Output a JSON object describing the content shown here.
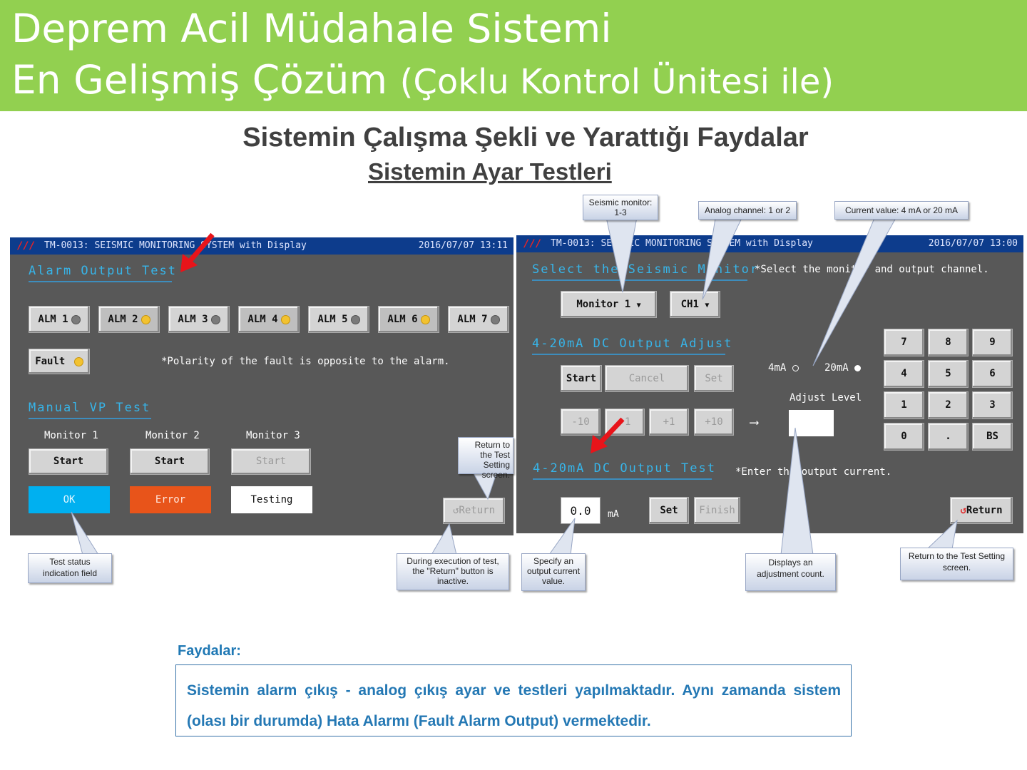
{
  "header": {
    "line1": "Deprem Acil Müdahale Sistemi",
    "line2_main": "En Gelişmiş Çözüm",
    "line2_paren": "(Çoklu Kontrol Ünitesi ile)"
  },
  "subtitle": "Sistemin Çalışma Şekli ve Yarattığı Faydalar",
  "subtitle2": "Sistemin Ayar Testleri",
  "left_screen": {
    "title": "TM-0013: SEISMIC MONITORING SYSTEM with Display",
    "datetime": "2016/07/07 13:11",
    "alarm_section": "Alarm Output Test",
    "alarms": [
      {
        "label": "ALM 1",
        "led": "off"
      },
      {
        "label": "ALM 2",
        "led": "on"
      },
      {
        "label": "ALM 3",
        "led": "off"
      },
      {
        "label": "ALM 4",
        "led": "on"
      },
      {
        "label": "ALM 5",
        "led": "off"
      },
      {
        "label": "ALM 6",
        "led": "on"
      },
      {
        "label": "ALM 7",
        "led": "off"
      }
    ],
    "fault_label": "Fault",
    "fault_note": "*Polarity of the fault is opposite to the alarm.",
    "vp_section": "Manual VP Test",
    "monitors": [
      "Monitor 1",
      "Monitor 2",
      "Monitor 3"
    ],
    "start_label": "Start",
    "status_ok": "OK",
    "status_error": "Error",
    "status_testing": "Testing",
    "return_label": "Return"
  },
  "right_screen": {
    "title": "TM-0013: SEISMIC MONITORING SYSTEM with Display",
    "datetime": "2016/07/07 13:00",
    "select_section": "Select the Seismic Monitor",
    "select_note": "*Select the monitor and output channel.",
    "monitor_select": "Monitor 1",
    "channel_select": "CH1",
    "adjust_section": "4-20mA DC Output Adjust",
    "start_label": "Start",
    "cancel_label": "Cancel",
    "set_label": "Set",
    "step_buttons": [
      "-10",
      "-1",
      "+1",
      "+10"
    ],
    "ma4_label": "4mA",
    "ma20_label": "20mA",
    "adjust_level_label": "Adjust Level",
    "adjust_level_value": "",
    "keypad": [
      "7",
      "8",
      "9",
      "4",
      "5",
      "6",
      "1",
      "2",
      "3",
      "0",
      ".",
      "BS"
    ],
    "test_section": "4-20mA DC Output Test",
    "test_note": "*Enter the output current.",
    "output_value": "0.0",
    "unit": "mA",
    "set2_label": "Set",
    "finish_label": "Finish",
    "return_label": "Return"
  },
  "callouts": {
    "seismic_monitor": "Seismic monitor: 1-3",
    "analog_channel": "Analog channel: 1 or 2",
    "current_value": "Current value: 4 mA or 20 mA",
    "return_test": "Return to the Test Setting screen.",
    "test_status": "Test status indication field",
    "during_execution": "During execution of test, the \"Return\" button is inactive.",
    "specify_output": "Specify an output current value.",
    "displays_count": "Displays an adjustment count.",
    "return_test_setting": "Return to the Test Setting screen."
  },
  "benefits": {
    "title": "Faydalar:",
    "text": "Sistemin alarm çıkış - analog çıkış ayar ve testleri yapılmaktadır. Aynı zamanda sistem (olası bir durumda) Hata Alarmı (Fault Alarm Output) vermektedir."
  },
  "colors": {
    "header_green": "#92d050",
    "status_ok": "#00b0f0",
    "status_error": "#e8541a",
    "accent_text": "#2478b4",
    "section_text": "#37b4e8"
  }
}
